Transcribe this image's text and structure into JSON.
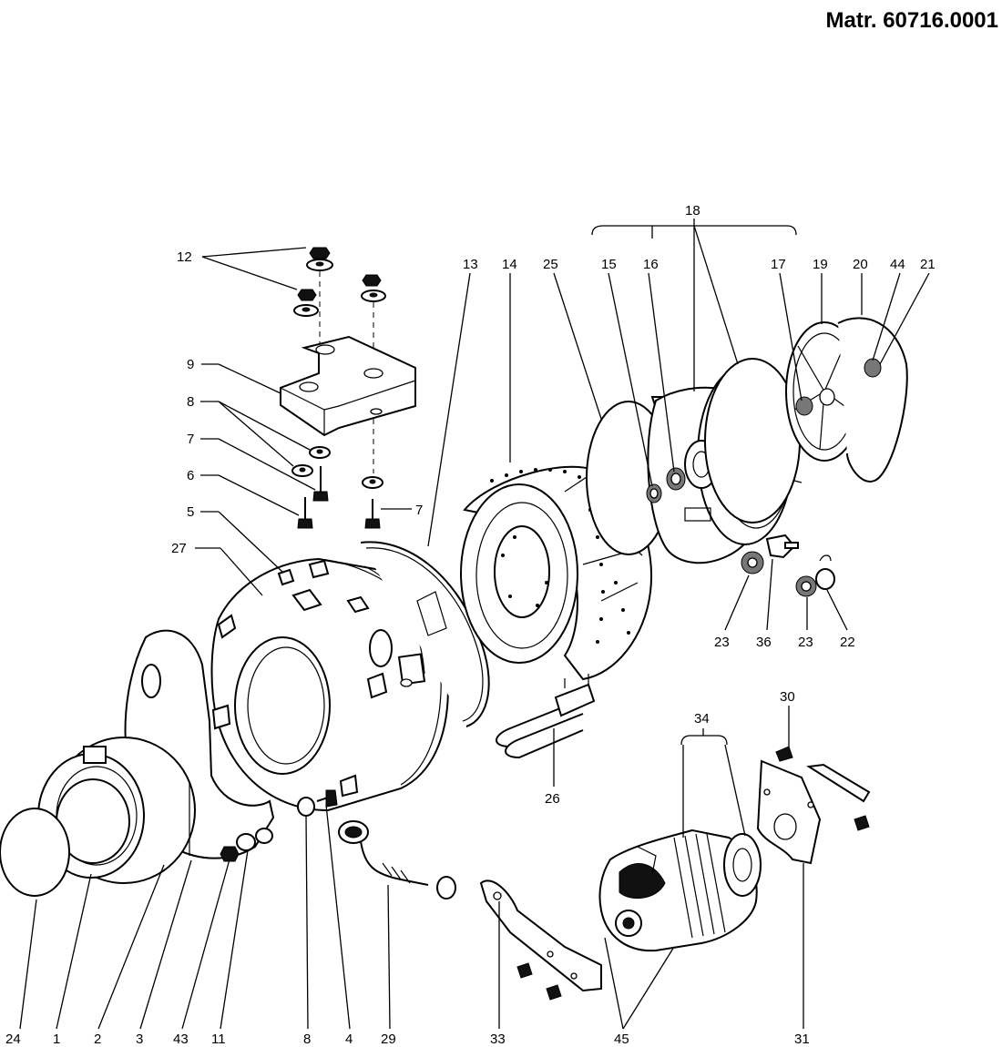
{
  "header": {
    "title": "Matr. 60716.0001"
  },
  "callouts": {
    "c12": "12",
    "c9": "9",
    "c8a": "8",
    "c7a": "7",
    "c6": "6",
    "c7b": "7",
    "c5": "5",
    "c27": "27",
    "c13": "13",
    "c14": "14",
    "c25": "25",
    "c15": "15",
    "c16": "16",
    "c18": "18",
    "c17": "17",
    "c19": "19",
    "c20": "20",
    "c44": "44",
    "c21": "21",
    "c23a": "23",
    "c36": "36",
    "c23b": "23",
    "c22": "22",
    "c30": "30",
    "c34": "34",
    "c26": "26",
    "c24": "24",
    "c1": "1",
    "c2": "2",
    "c3": "3",
    "c43": "43",
    "c11": "11",
    "c8b": "8",
    "c4": "4",
    "c29": "29",
    "c33": "33",
    "c45": "45",
    "c31": "31"
  }
}
